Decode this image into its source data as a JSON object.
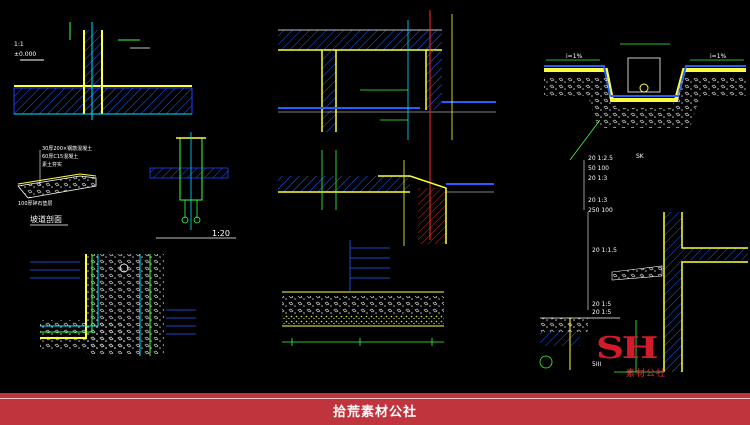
{
  "banner": {
    "text": "拾荒素材公社"
  },
  "watermark": {
    "logo": "SH",
    "sub": "素材公社"
  },
  "labels": {
    "left_top": [
      "1:1",
      "±0.000"
    ],
    "bottom_scale": "1:20",
    "notes": [
      "30厚200×钢筋混凝土",
      "60厚C15混凝土",
      "素土夯实",
      "100厚碎石垫层"
    ],
    "section_title": "坡道剖面",
    "slope_left": "i=1%",
    "slope_right": "i=1%",
    "sk": "SK",
    "layers": [
      "20  1:2.5",
      "50  100",
      "20  1:3",
      "20  1:3",
      "250  100"
    ],
    "bottom_right": [
      "20  1:1.5",
      "20  1:5",
      "20  1:5",
      "5III"
    ]
  },
  "colors": {
    "bg": "#000000",
    "banner": "#c0343e",
    "cyan": "#00e5ff",
    "yellow": "#ffff3c",
    "green": "#3cff3c",
    "blue": "#1040ff",
    "red": "#ff2a2a"
  }
}
